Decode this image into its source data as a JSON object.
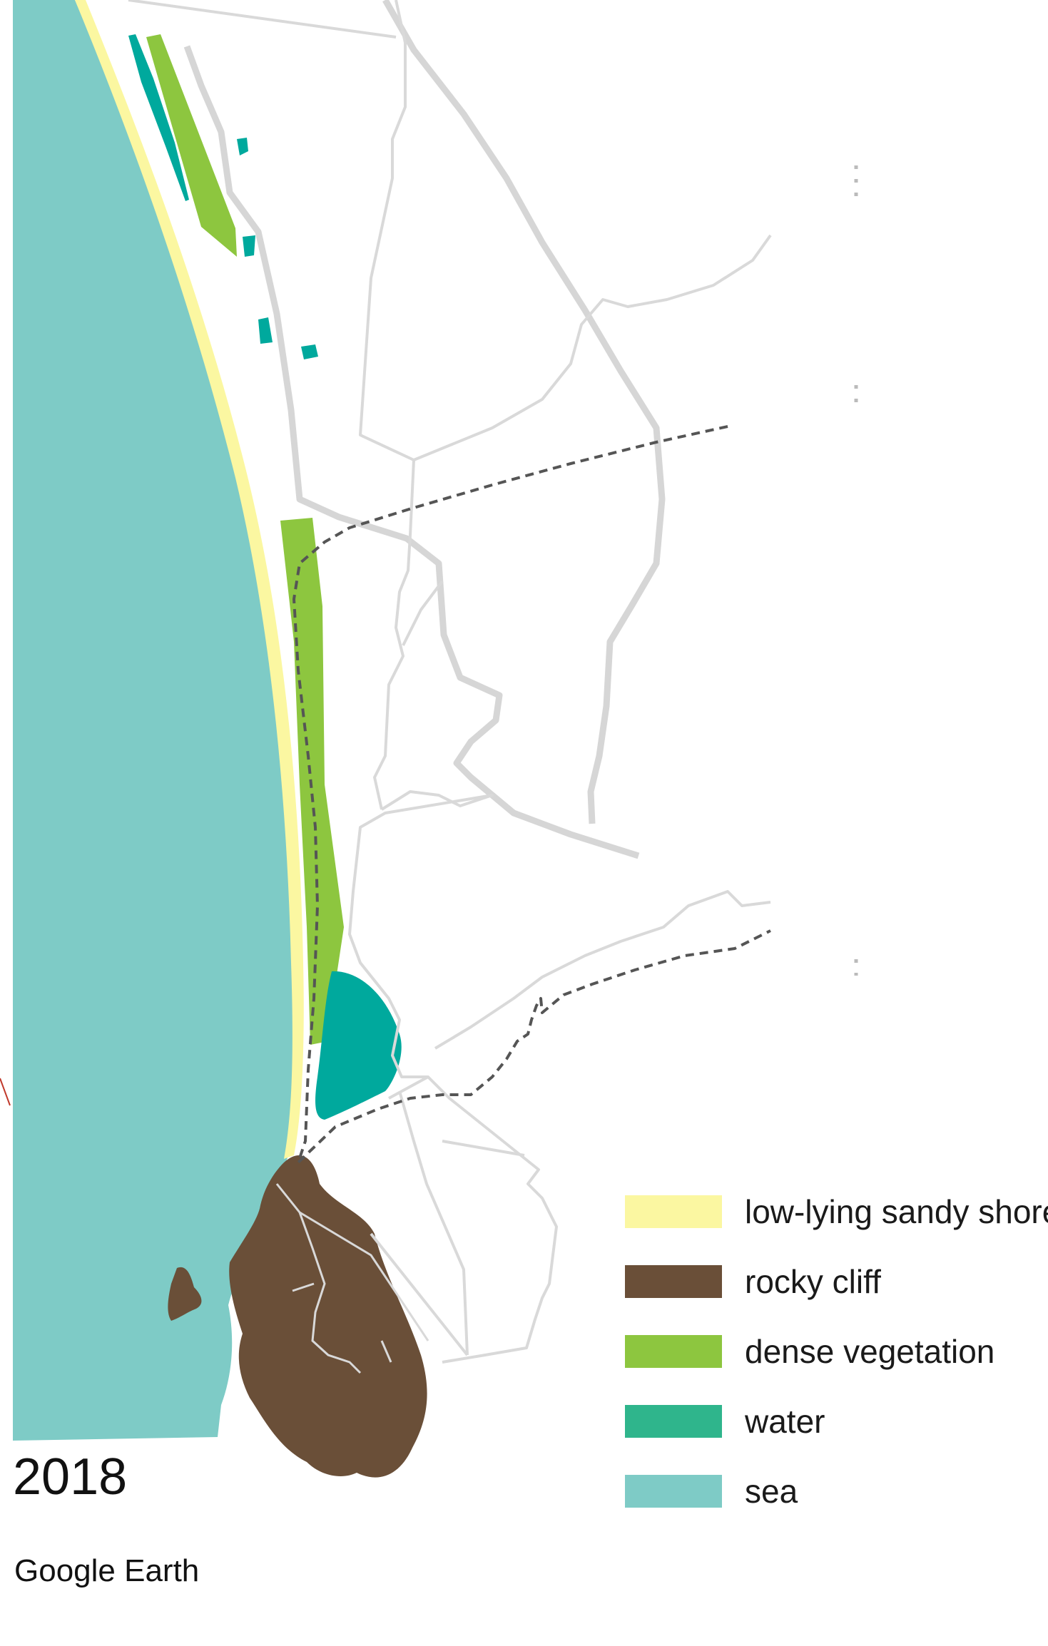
{
  "legend": [
    {
      "label": "low-lying sandy shore",
      "color": "#fbf7a1"
    },
    {
      "label": "rocky cliff",
      "color": "#6a4f38"
    },
    {
      "label": "dense vegetation",
      "color": "#8dc63f"
    },
    {
      "label": "water",
      "color": "#2fb58c"
    },
    {
      "label": "sea",
      "color": "#7ecbc6"
    }
  ],
  "year": "2018",
  "source": "Google Earth",
  "colors": {
    "road_major": "#d6d6d6",
    "road_minor": "#d9d9d9",
    "path_dashed": "#555555",
    "pond_water": "#00a99d"
  }
}
